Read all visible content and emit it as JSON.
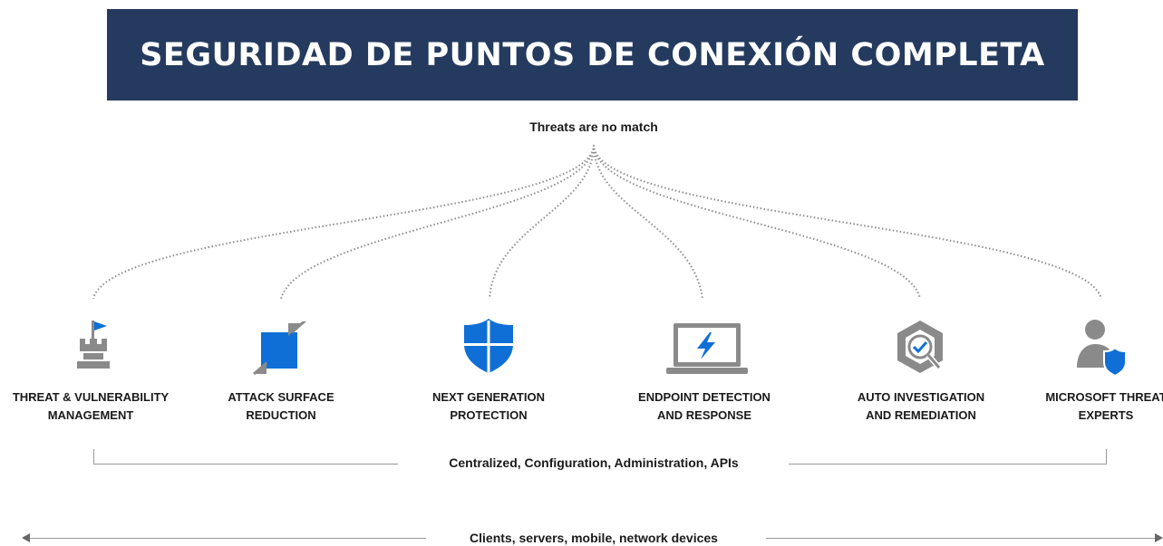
{
  "banner": {
    "title": "SEGURIDAD DE PUNTOS DE CONEXIÓN COMPLETA"
  },
  "top_label": "Threats are no match",
  "pillars": [
    {
      "line1": "THREAT & VULNERABILITY",
      "line2": "MANAGEMENT",
      "icon": "castle-flag-icon"
    },
    {
      "line1": "ATTACK SURFACE",
      "line2": "REDUCTION",
      "icon": "attack-surface-arrows-icon"
    },
    {
      "line1": "NEXT GENERATION",
      "line2": "PROTECTION",
      "icon": "shield-icon"
    },
    {
      "line1": "ENDPOINT DETECTION",
      "line2": "AND RESPONSE",
      "icon": "laptop-lightning-icon"
    },
    {
      "line1": "AUTO INVESTIGATION",
      "line2": "AND REMEDIATION",
      "icon": "hexagon-check-icon"
    },
    {
      "line1": "MICROSOFT THREAT",
      "line2": "EXPERTS",
      "icon": "person-shield-icon"
    }
  ],
  "center_label": "Centralized, Configuration, Administration, APIs",
  "bottom_label": "Clients, servers, mobile, network devices",
  "colors": {
    "banner": "#243a5e",
    "accent_blue": "#0f6fd6",
    "icon_gray": "#8a8a8a"
  }
}
